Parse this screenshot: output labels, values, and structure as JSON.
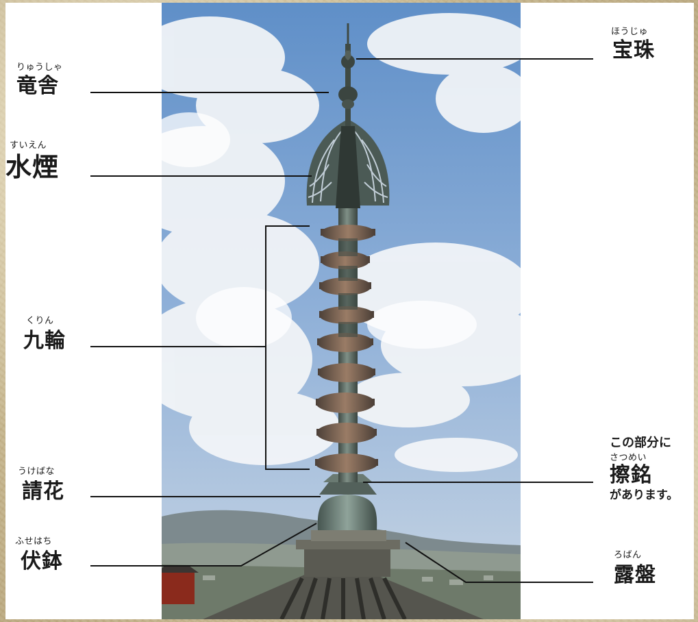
{
  "labels": {
    "ryusha": {
      "ruby": "りゅうしゃ",
      "name": "竜舎"
    },
    "suien": {
      "ruby": "すいえん",
      "name": "水煙"
    },
    "kurin": {
      "ruby": "くりん",
      "name": "九輪"
    },
    "ukebana": {
      "ruby": "うけばな",
      "name": "請花"
    },
    "fusebachi": {
      "ruby": "ふせはち",
      "name": "伏鉢"
    },
    "hoju": {
      "ruby": "ほうじゅ",
      "name": "宝珠"
    },
    "satsumei": {
      "pre": "この部分に",
      "ruby": "さつめい",
      "name": "擦銘",
      "post": "があります。"
    },
    "roban": {
      "ruby": "ろばん",
      "name": "露盤"
    }
  },
  "colors": {
    "sky_top": "#6d9ad0",
    "sky_bottom": "#cfdbe8",
    "bronze": "#5c6a5e",
    "bronze_light": "#8c9a88",
    "ring_rust": "#7a5a48",
    "roof_tile": "#4a4a44",
    "leader_line": "#111111"
  }
}
